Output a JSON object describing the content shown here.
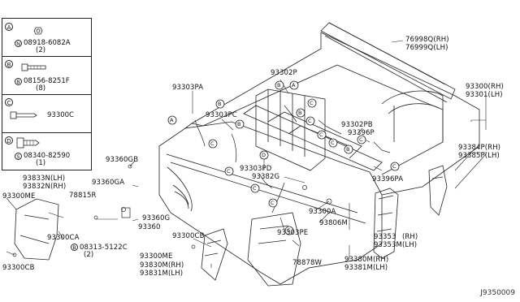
{
  "legend": {
    "a": {
      "letter": "A",
      "sub_letter": "N",
      "part": "08918-6082A",
      "qty": "(2)"
    },
    "b": {
      "letter": "B",
      "sub_letter": "B",
      "part": "08156-8251F",
      "qty": "(8)"
    },
    "c": {
      "letter": "C",
      "part": "93300C"
    },
    "d": {
      "letter": "D",
      "sub_letter": "S",
      "part": "08340-82590",
      "qty": "(1)"
    }
  },
  "callouts": {
    "p93303PA": "93303PA",
    "p93303PC": "93303PC",
    "p93302P": "93302P",
    "p76998Q": "76998Q(RH)",
    "p76999Q": "76999Q(LH)",
    "p93300RH": "93300(RH)",
    "p93301LH": "93301(LH)",
    "p93302PB": "93302PB",
    "p93396P": "93396P",
    "p93384P": "93384P(RH)",
    "p93385P": "93385P(LH)",
    "p93396PA": "93396PA",
    "p93360GB": "93360GB",
    "p93833N": "93833N(LH)",
    "p93832N": "93832N(RH)",
    "p93360GA": "93360GA",
    "p93300ME_left": "93300ME",
    "p78815R": "78815R",
    "p93360G": "93360G",
    "p93360": "93360",
    "p93300CA": "93300CA",
    "p08313_prefix": "B",
    "p08313": "08313-5122C",
    "p08313_qty": "(2)",
    "p93300CB_left": "93300CB",
    "p93303PD": "93303PD",
    "p93382G": "93382G",
    "p93300A": "93300A",
    "p93806M": "93806M",
    "p93300CB_mid": "93300CB",
    "p93303PE": "93303PE",
    "p93300ME_mid": "93300ME",
    "p93830M": "93830M(RH)",
    "p93831M": "93831M(LH)",
    "p78878W": "78878W",
    "p93353": "93353",
    "p93353RH": "(RH)",
    "p93353M": "93353M(LH)",
    "p93380M": "93380M(RH)",
    "p93381M": "93381M(LH)"
  },
  "markers": {
    "A": "A",
    "B": "B",
    "C": "C",
    "D": "D"
  },
  "footer": {
    "code": "J9350009"
  }
}
